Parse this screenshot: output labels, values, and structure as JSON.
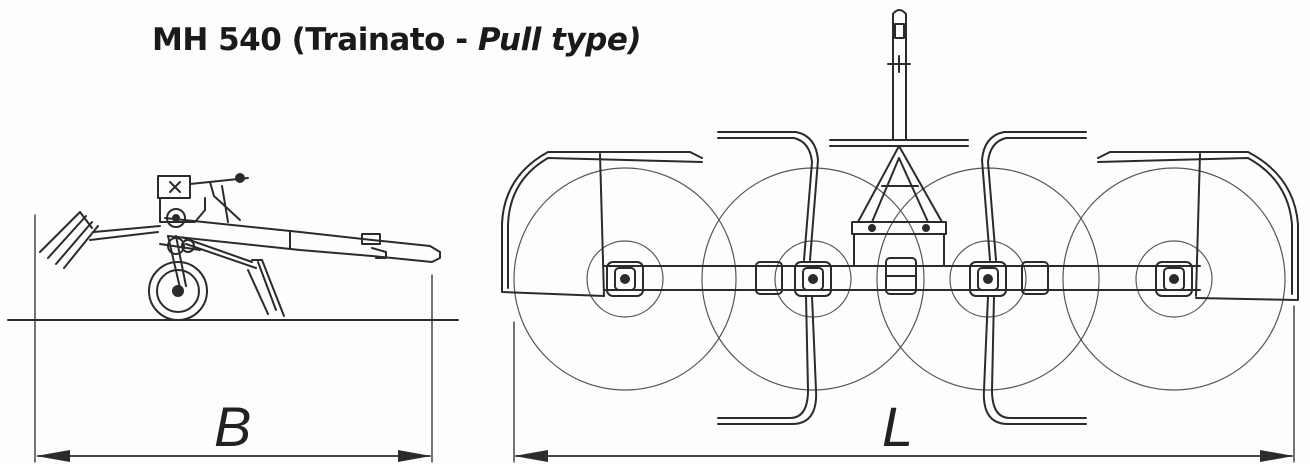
{
  "title": {
    "main": "MH 540 (Trainato - ",
    "italic": "Pull type)"
  },
  "dimensions": {
    "side_view_label": "B",
    "top_view_label": "L"
  }
}
